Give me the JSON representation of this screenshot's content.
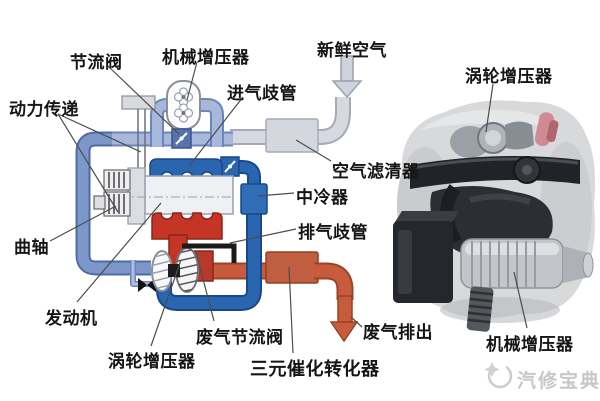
{
  "schematic": {
    "labels": {
      "power_transmission": "动力传递",
      "throttle_valve": "节流阀",
      "supercharger": "机械增压器",
      "fresh_air": "新鲜空气",
      "intake_manifold": "进气歧管",
      "air_filter": "空气滤清器",
      "intercooler": "中冷器",
      "crankshaft": "曲轴",
      "exhaust_manifold": "排气歧管",
      "engine": "发动机",
      "turbocharger": "涡轮增压器",
      "exhaust_throttle_valve": "废气节流阀",
      "catalytic_converter": "三元催化转化器",
      "exhaust_out": "废气排出"
    },
    "icons": {
      "supercharger_rotors": "roots-blower twin-rotor glyph",
      "throttle_valve_symbol": "butterfly-valve glyph (diagonal line + dot)",
      "boost_valve_symbol": "butterfly-valve glyph (diagonal line + dot)",
      "check_valve_symbol": "▶◀",
      "turbo_wheels": "compressor and turbine finned wheels",
      "fresh_air_arrow": "▼",
      "exhaust_out_arrow": "▼"
    },
    "colors": {
      "intake_light_blue": "#a7b8da",
      "intake_medium_blue": "#7e97c9",
      "charged_dark_blue": "#2a66b0",
      "fresh_air_gray": "#d6d9df",
      "exhaust_red": "#c53525",
      "exhaust_orange": "#c75c3c",
      "label_text": "#151515",
      "watermark_gray": "#c8c8c8"
    }
  },
  "photo": {
    "labels": {
      "turbocharger": "涡轮增压器",
      "supercharger": "机械增压器"
    },
    "watermark": "汽修宝典"
  }
}
